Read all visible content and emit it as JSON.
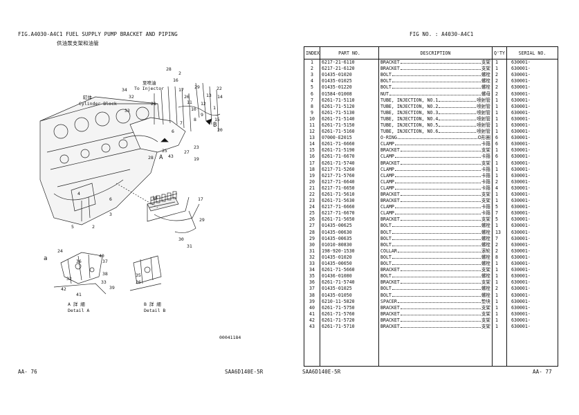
{
  "left_page": {
    "title": "FIG.A4030-A4C1 FUEL SUPPLY PUMP BRACKET AND PIPING",
    "subtitle": "供油泵支架和油管",
    "diagram_labels": {
      "cylinder_block_cn": "缸体",
      "cylinder_block": "Cylinder Block",
      "to_injector_cn": "至喷油",
      "to_injector": "To Injector",
      "detail_a_cn": "A 詳 細",
      "detail_a": "Detail A",
      "detail_b_cn": "B 詳 細",
      "detail_b": "Detail B",
      "letter_a": "A",
      "letter_a2": "a",
      "letter_b": "B"
    },
    "drawing_no": "00041184",
    "footer_page": "AA-  76",
    "footer_model": "SAA6D140E-5R"
  },
  "right_page": {
    "fig_no": "FIG NO.  : A4030-A4C1",
    "footer_model": "SAA6D140E-5R",
    "footer_page": "AA-   77",
    "columns": [
      "INDEX",
      "PART  NO.",
      "DESCRIPTION",
      "Q'TY",
      "SERIAL  NO."
    ],
    "rows": [
      {
        "index": "1",
        "part": "6217-21-6110",
        "name": "BRACKET",
        "cn": "支架",
        "qty": "1",
        "serial": "630001-"
      },
      {
        "index": "2",
        "part": "6217-21-6120",
        "name": "BRACKET",
        "cn": "支架",
        "qty": "1",
        "serial": "630001-"
      },
      {
        "index": "3",
        "part": "01435-01020",
        "name": "BOLT",
        "cn": "螺栓",
        "qty": "2",
        "serial": "630001-"
      },
      {
        "index": "4",
        "part": "01435-01025",
        "name": "BOLT",
        "cn": "螺栓",
        "qty": "2",
        "serial": "630001-"
      },
      {
        "index": "5",
        "part": "01435-01220",
        "name": "BOLT",
        "cn": "螺栓",
        "qty": "2",
        "serial": "630001-"
      },
      {
        "index": "6",
        "part": "01584-01008",
        "name": "NUT",
        "cn": "螺母",
        "qty": "2",
        "serial": "630001-"
      },
      {
        "index": "7",
        "part": "6261-71-5110",
        "name": "TUBE, INJECTION, NO.1",
        "cn": "喷射管",
        "qty": "1",
        "serial": "630001-"
      },
      {
        "index": "8",
        "part": "6261-71-5120",
        "name": "TUBE, INJECTION, NO.2",
        "cn": "喷射管",
        "qty": "1",
        "serial": "630001-"
      },
      {
        "index": "9",
        "part": "6261-71-5130",
        "name": "TUBE, INJECTION, NO.3",
        "cn": "喷射管",
        "qty": "1",
        "serial": "630001-"
      },
      {
        "index": "10",
        "part": "6261-71-5140",
        "name": "TUBE, INJECTION, NO.4",
        "cn": "喷射管",
        "qty": "1",
        "serial": "630001-"
      },
      {
        "index": "11",
        "part": "6261-71-5150",
        "name": "TUBE, INJECTION, NO.5",
        "cn": "喷射管",
        "qty": "1",
        "serial": "630001-"
      },
      {
        "index": "12",
        "part": "6261-71-5160",
        "name": "TUBE, INJECTION, NO.6",
        "cn": "喷射管",
        "qty": "1",
        "serial": "630001-"
      },
      {
        "index": "13",
        "part": "07000-E2015",
        "name": "O-RING",
        "cn": "O形圈",
        "qty": "6",
        "serial": "630001-"
      },
      {
        "index": "14",
        "part": "6261-71-6660",
        "name": "CLAMP",
        "cn": "卡箍",
        "qty": "6",
        "serial": "630001-"
      },
      {
        "index": "15",
        "part": "6261-71-5190",
        "name": "BRACKET",
        "cn": "支架",
        "qty": "1",
        "serial": "630001-"
      },
      {
        "index": "16",
        "part": "6261-71-6670",
        "name": "CLAMP",
        "cn": "卡箍",
        "qty": "6",
        "serial": "630001-"
      },
      {
        "index": "17",
        "part": "6261-71-5740",
        "name": "BRACKET",
        "cn": "支架",
        "qty": "1",
        "serial": "630001-"
      },
      {
        "index": "18",
        "part": "6217-71-5260",
        "name": "CLAMP",
        "cn": "卡箍",
        "qty": "1",
        "serial": "630001-"
      },
      {
        "index": "19",
        "part": "6217-71-5760",
        "name": "CLAMP",
        "cn": "卡箍",
        "qty": "1",
        "serial": "630001-"
      },
      {
        "index": "20",
        "part": "6217-71-6640",
        "name": "CLAMP",
        "cn": "卡箍",
        "qty": "2",
        "serial": "630001-"
      },
      {
        "index": "21",
        "part": "6217-71-6650",
        "name": "CLAMP",
        "cn": "卡箍",
        "qty": "4",
        "serial": "630001-"
      },
      {
        "index": "22",
        "part": "6261-71-5610",
        "name": "BRACKET",
        "cn": "支架",
        "qty": "1",
        "serial": "630001-"
      },
      {
        "index": "23",
        "part": "6261-71-5630",
        "name": "BRACKET",
        "cn": "支架",
        "qty": "1",
        "serial": "630001-"
      },
      {
        "index": "24",
        "part": "6217-71-6660",
        "name": "CLAMP",
        "cn": "卡箍",
        "qty": "5",
        "serial": "630001-"
      },
      {
        "index": "25",
        "part": "6217-71-6670",
        "name": "CLAMP",
        "cn": "卡箍",
        "qty": "7",
        "serial": "630001-"
      },
      {
        "index": "26",
        "part": "6261-71-5650",
        "name": "BRACKET",
        "cn": "支架",
        "qty": "5",
        "serial": "630001-"
      },
      {
        "index": "27",
        "part": "01435-00625",
        "name": "BOLT",
        "cn": "螺栓",
        "qty": "1",
        "serial": "630001-"
      },
      {
        "index": "28",
        "part": "01435-00630",
        "name": "BOLT",
        "cn": "螺栓",
        "qty": "13",
        "serial": "630001-"
      },
      {
        "index": "29",
        "part": "01435-00635",
        "name": "BOLT",
        "cn": "螺栓",
        "qty": "7",
        "serial": "630001-"
      },
      {
        "index": "30",
        "part": "01010-80830",
        "name": "BOLT",
        "cn": "螺栓",
        "qty": "2",
        "serial": "630001-"
      },
      {
        "index": "31",
        "part": "198-920-1530",
        "name": "COLLAR",
        "cn": "滚轮",
        "qty": "2",
        "serial": "630001-"
      },
      {
        "index": "32",
        "part": "01435-01020",
        "name": "BOLT",
        "cn": "螺栓",
        "qty": "8",
        "serial": "630001-"
      },
      {
        "index": "33",
        "part": "01435-00650",
        "name": "BOLT",
        "cn": "螺栓",
        "qty": "1",
        "serial": "630001-"
      },
      {
        "index": "34",
        "part": "6261-71-5660",
        "name": "BRACKET",
        "cn": "支架",
        "qty": "1",
        "serial": "630001-"
      },
      {
        "index": "35",
        "part": "01436-01080",
        "name": "BOLT",
        "cn": "螺栓",
        "qty": "1",
        "serial": "630001-"
      },
      {
        "index": "36",
        "part": "6261-71-5740",
        "name": "BRACKET",
        "cn": "支架",
        "qty": "1",
        "serial": "630001-"
      },
      {
        "index": "37",
        "part": "01435-01025",
        "name": "BOLT",
        "cn": "螺栓",
        "qty": "2",
        "serial": "630001-"
      },
      {
        "index": "38",
        "part": "01435-01050",
        "name": "BOLT",
        "cn": "螺栓",
        "qty": "1",
        "serial": "630001-"
      },
      {
        "index": "39",
        "part": "6210-11-5820",
        "name": "SPACER",
        "cn": "垫块",
        "qty": "1",
        "serial": "630001-"
      },
      {
        "index": "40",
        "part": "6261-71-5750",
        "name": "BRACKET",
        "cn": "支架",
        "qty": "1",
        "serial": "630001-"
      },
      {
        "index": "41",
        "part": "6261-71-5760",
        "name": "BRACKET",
        "cn": "支架",
        "qty": "1",
        "serial": "630001-"
      },
      {
        "index": "42",
        "part": "6261-71-5720",
        "name": "BRACKET",
        "cn": "支架",
        "qty": "1",
        "serial": "630001-"
      },
      {
        "index": "43",
        "part": "6261-71-5710",
        "name": "BRACKET",
        "cn": "支架",
        "qty": "1",
        "serial": "630001-"
      }
    ]
  },
  "callouts": [
    "28",
    "16",
    "17",
    "26",
    "29",
    "2",
    "22",
    "32",
    "34",
    "33",
    "11",
    "10",
    "12",
    "13",
    "14",
    "21",
    "1",
    "9",
    "8",
    "7",
    "6",
    "15",
    "20",
    "23",
    "27",
    "25",
    "28",
    "43",
    "19",
    "4",
    "2",
    "3",
    "5",
    "6",
    "18",
    "17",
    "29",
    "30",
    "31",
    "24",
    "40",
    "36",
    "37",
    "38",
    "39",
    "32",
    "33",
    "42",
    "41",
    "35",
    "26"
  ]
}
